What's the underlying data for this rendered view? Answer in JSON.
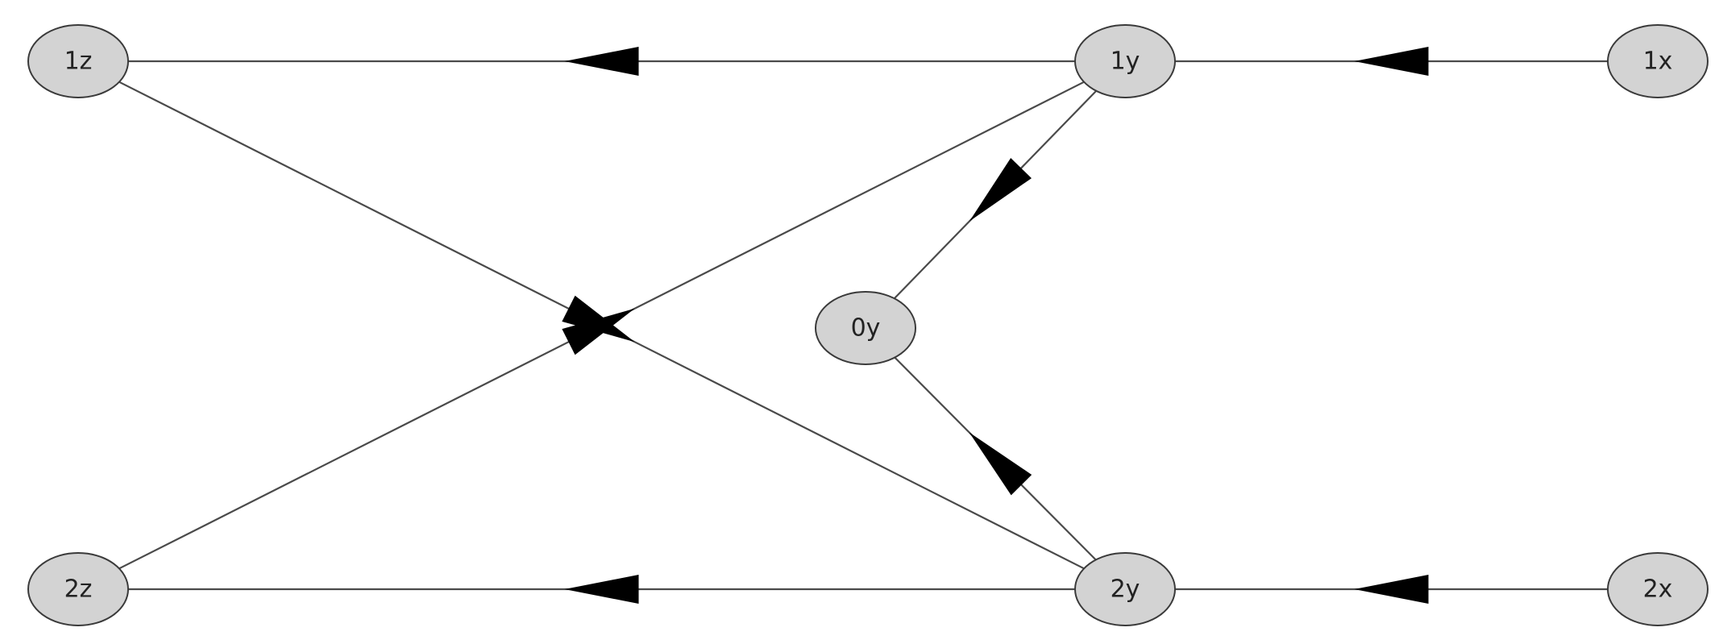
{
  "diagram": {
    "type": "directed-graph",
    "colors": {
      "node_fill": "#d3d3d3",
      "node_stroke": "#3a3a3a",
      "edge": "#4a4a4a",
      "arrowhead": "#000000"
    },
    "nodes": [
      {
        "id": "1z",
        "label": "1z"
      },
      {
        "id": "1y",
        "label": "1y"
      },
      {
        "id": "1x",
        "label": "1x"
      },
      {
        "id": "0y",
        "label": "0y"
      },
      {
        "id": "2z",
        "label": "2z"
      },
      {
        "id": "2y",
        "label": "2y"
      },
      {
        "id": "2x",
        "label": "2x"
      }
    ],
    "edges": [
      {
        "from": "1x",
        "to": "1y"
      },
      {
        "from": "1y",
        "to": "1z"
      },
      {
        "from": "1y",
        "to": "0y"
      },
      {
        "from": "1z",
        "to": "2y"
      },
      {
        "from": "2z",
        "to": "1y"
      },
      {
        "from": "2y",
        "to": "0y"
      },
      {
        "from": "2y",
        "to": "2z"
      },
      {
        "from": "2x",
        "to": "2y"
      }
    ]
  }
}
